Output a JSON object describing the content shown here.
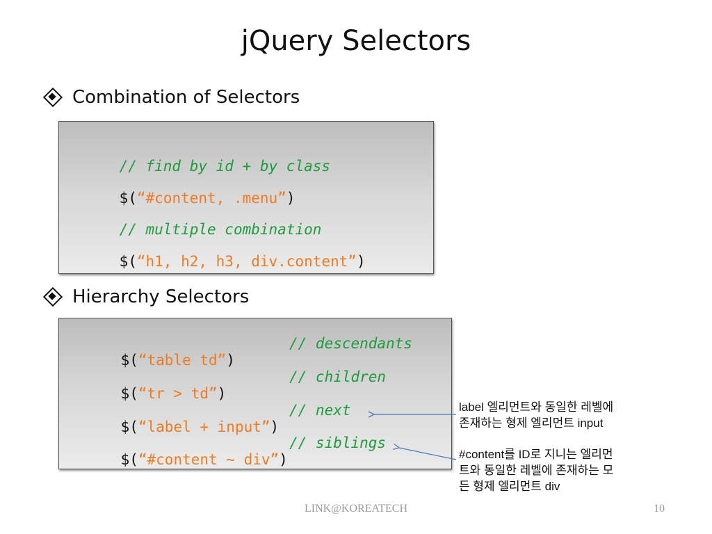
{
  "title": "jQuery Selectors",
  "sections": [
    {
      "heading": "Combination of Selectors",
      "lines": [
        {
          "comment": "// find by id + by class"
        },
        {
          "open": "$(",
          "string": "“#content, .menu”",
          "close": ")"
        },
        {
          "comment": "// multiple combination"
        },
        {
          "open": "$(",
          "string": "“h1, h2, h3, div.content”",
          "close": ")"
        }
      ]
    },
    {
      "heading": "Hierarchy Selectors",
      "lines": [
        {
          "open": "$(",
          "string": "“table td”",
          "close": ")",
          "comment": "// descendants"
        },
        {
          "open": "$(",
          "string": "“tr > td”",
          "close": ")",
          "comment": "// children"
        },
        {
          "open": "$(",
          "string": "“label + input”",
          "close": ")",
          "comment": "// next"
        },
        {
          "open": "$(",
          "string": "“#content ~ div”",
          "close": ")",
          "comment": "// siblings"
        }
      ]
    }
  ],
  "annotations": [
    {
      "lines": [
        "label 엘리먼트와 동일한 레벨에",
        "존재하는 형제 엘리먼트 input"
      ]
    },
    {
      "lines": [
        "#content를 ID로 지니는 엘리먼",
        "트와 동일한 레벨에 존재하는 모",
        "든 형제 엘리먼트 div"
      ]
    }
  ],
  "footer": {
    "center": "LINK@KOREATECH",
    "page": "10"
  },
  "colors": {
    "comment": "#1e9b3c",
    "string": "#ef7b21",
    "arrow": "#4a7ab8"
  },
  "icons": {
    "bullet": "diamond-bullet-icon"
  }
}
